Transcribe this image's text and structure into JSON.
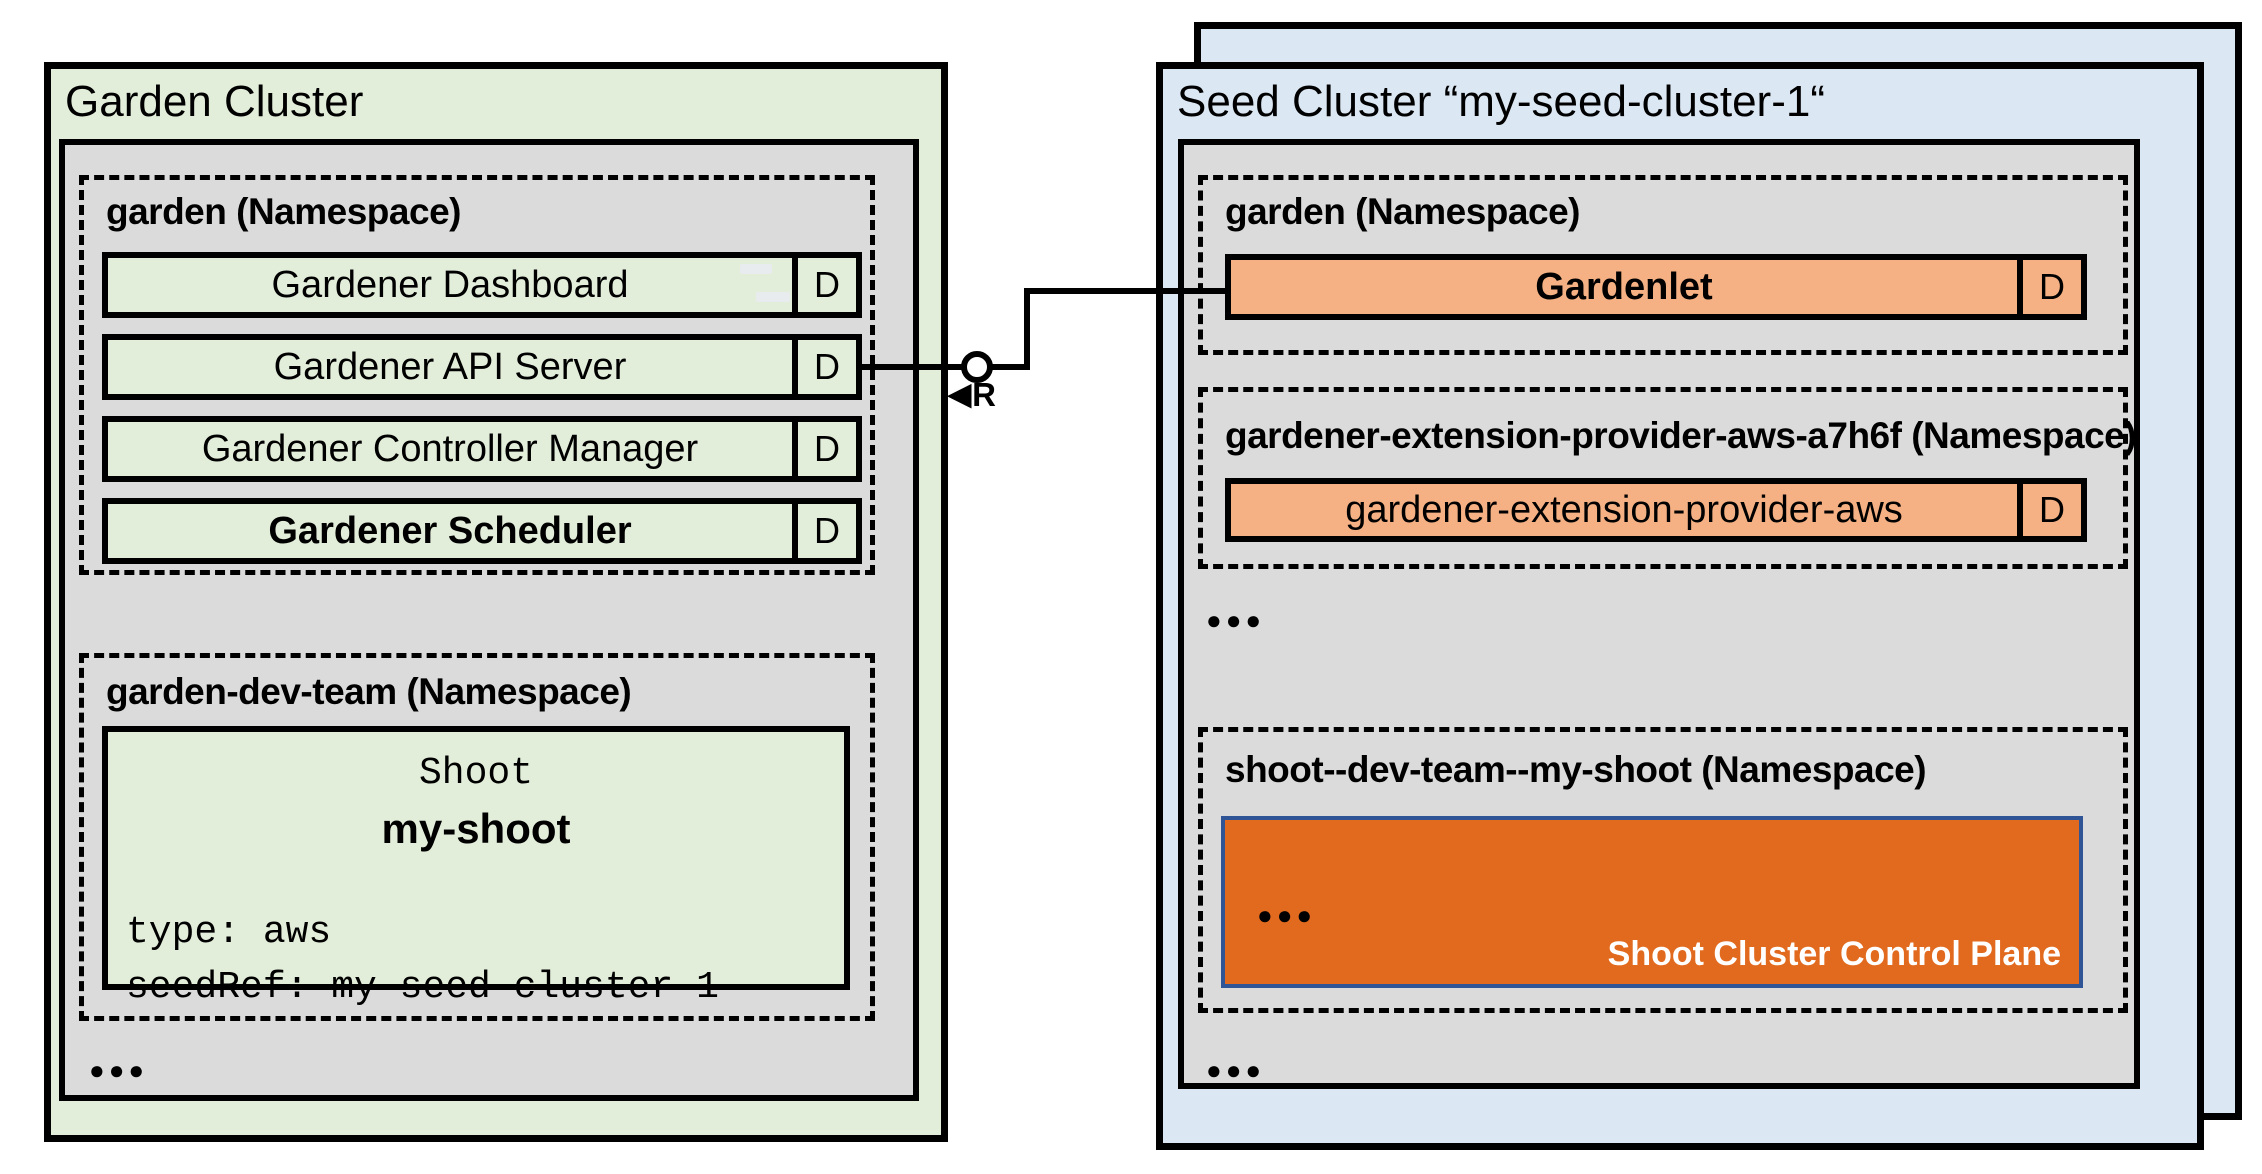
{
  "colors": {
    "cluster_green": "#e2eed9",
    "cluster_blue": "#dbe7f3",
    "panel_gray": "#dbdbdb",
    "component_green": "#e2eed9",
    "component_orange": "#f5b183",
    "control_plane_orange": "#e26a1e",
    "control_plane_border_blue": "#2f5597",
    "line_black": "#000000"
  },
  "garden_cluster": {
    "title": "Garden Cluster",
    "garden_namespace": {
      "label": "garden (Namespace)",
      "components": [
        {
          "name": "Gardener Dashboard",
          "badge": "D"
        },
        {
          "name": "Gardener API Server",
          "badge": "D"
        },
        {
          "name": "Gardener Controller Manager",
          "badge": "D"
        },
        {
          "name": "Gardener Scheduler",
          "badge": "D"
        }
      ]
    },
    "dev_team_namespace": {
      "label": "garden-dev-team (Namespace)",
      "shoot": {
        "kind": "Shoot",
        "name": "my-shoot",
        "spec_line_1": "type: aws",
        "spec_line_2": "seedRef: my-seed-cluster-1"
      }
    },
    "more_indicator": "●●●"
  },
  "connection": {
    "arrow": "◀",
    "label": "R"
  },
  "seed_cluster": {
    "title": "Seed Cluster “my-seed-cluster-1“",
    "garden_namespace": {
      "label": "garden (Namespace)",
      "components": [
        {
          "name": "Gardenlet",
          "badge": "D"
        }
      ]
    },
    "extension_namespace": {
      "label": "gardener-extension-provider-aws-a7h6f (Namespace)",
      "components": [
        {
          "name": "gardener-extension-provider-aws",
          "badge": "D"
        }
      ]
    },
    "more_indicator_middle": "●●●",
    "shoot_namespace": {
      "label": "shoot--dev-team--my-shoot (Namespace)",
      "control_plane": {
        "more_indicator": "●●●",
        "caption": "Shoot Cluster Control Plane"
      }
    },
    "more_indicator_bottom": "●●●"
  }
}
